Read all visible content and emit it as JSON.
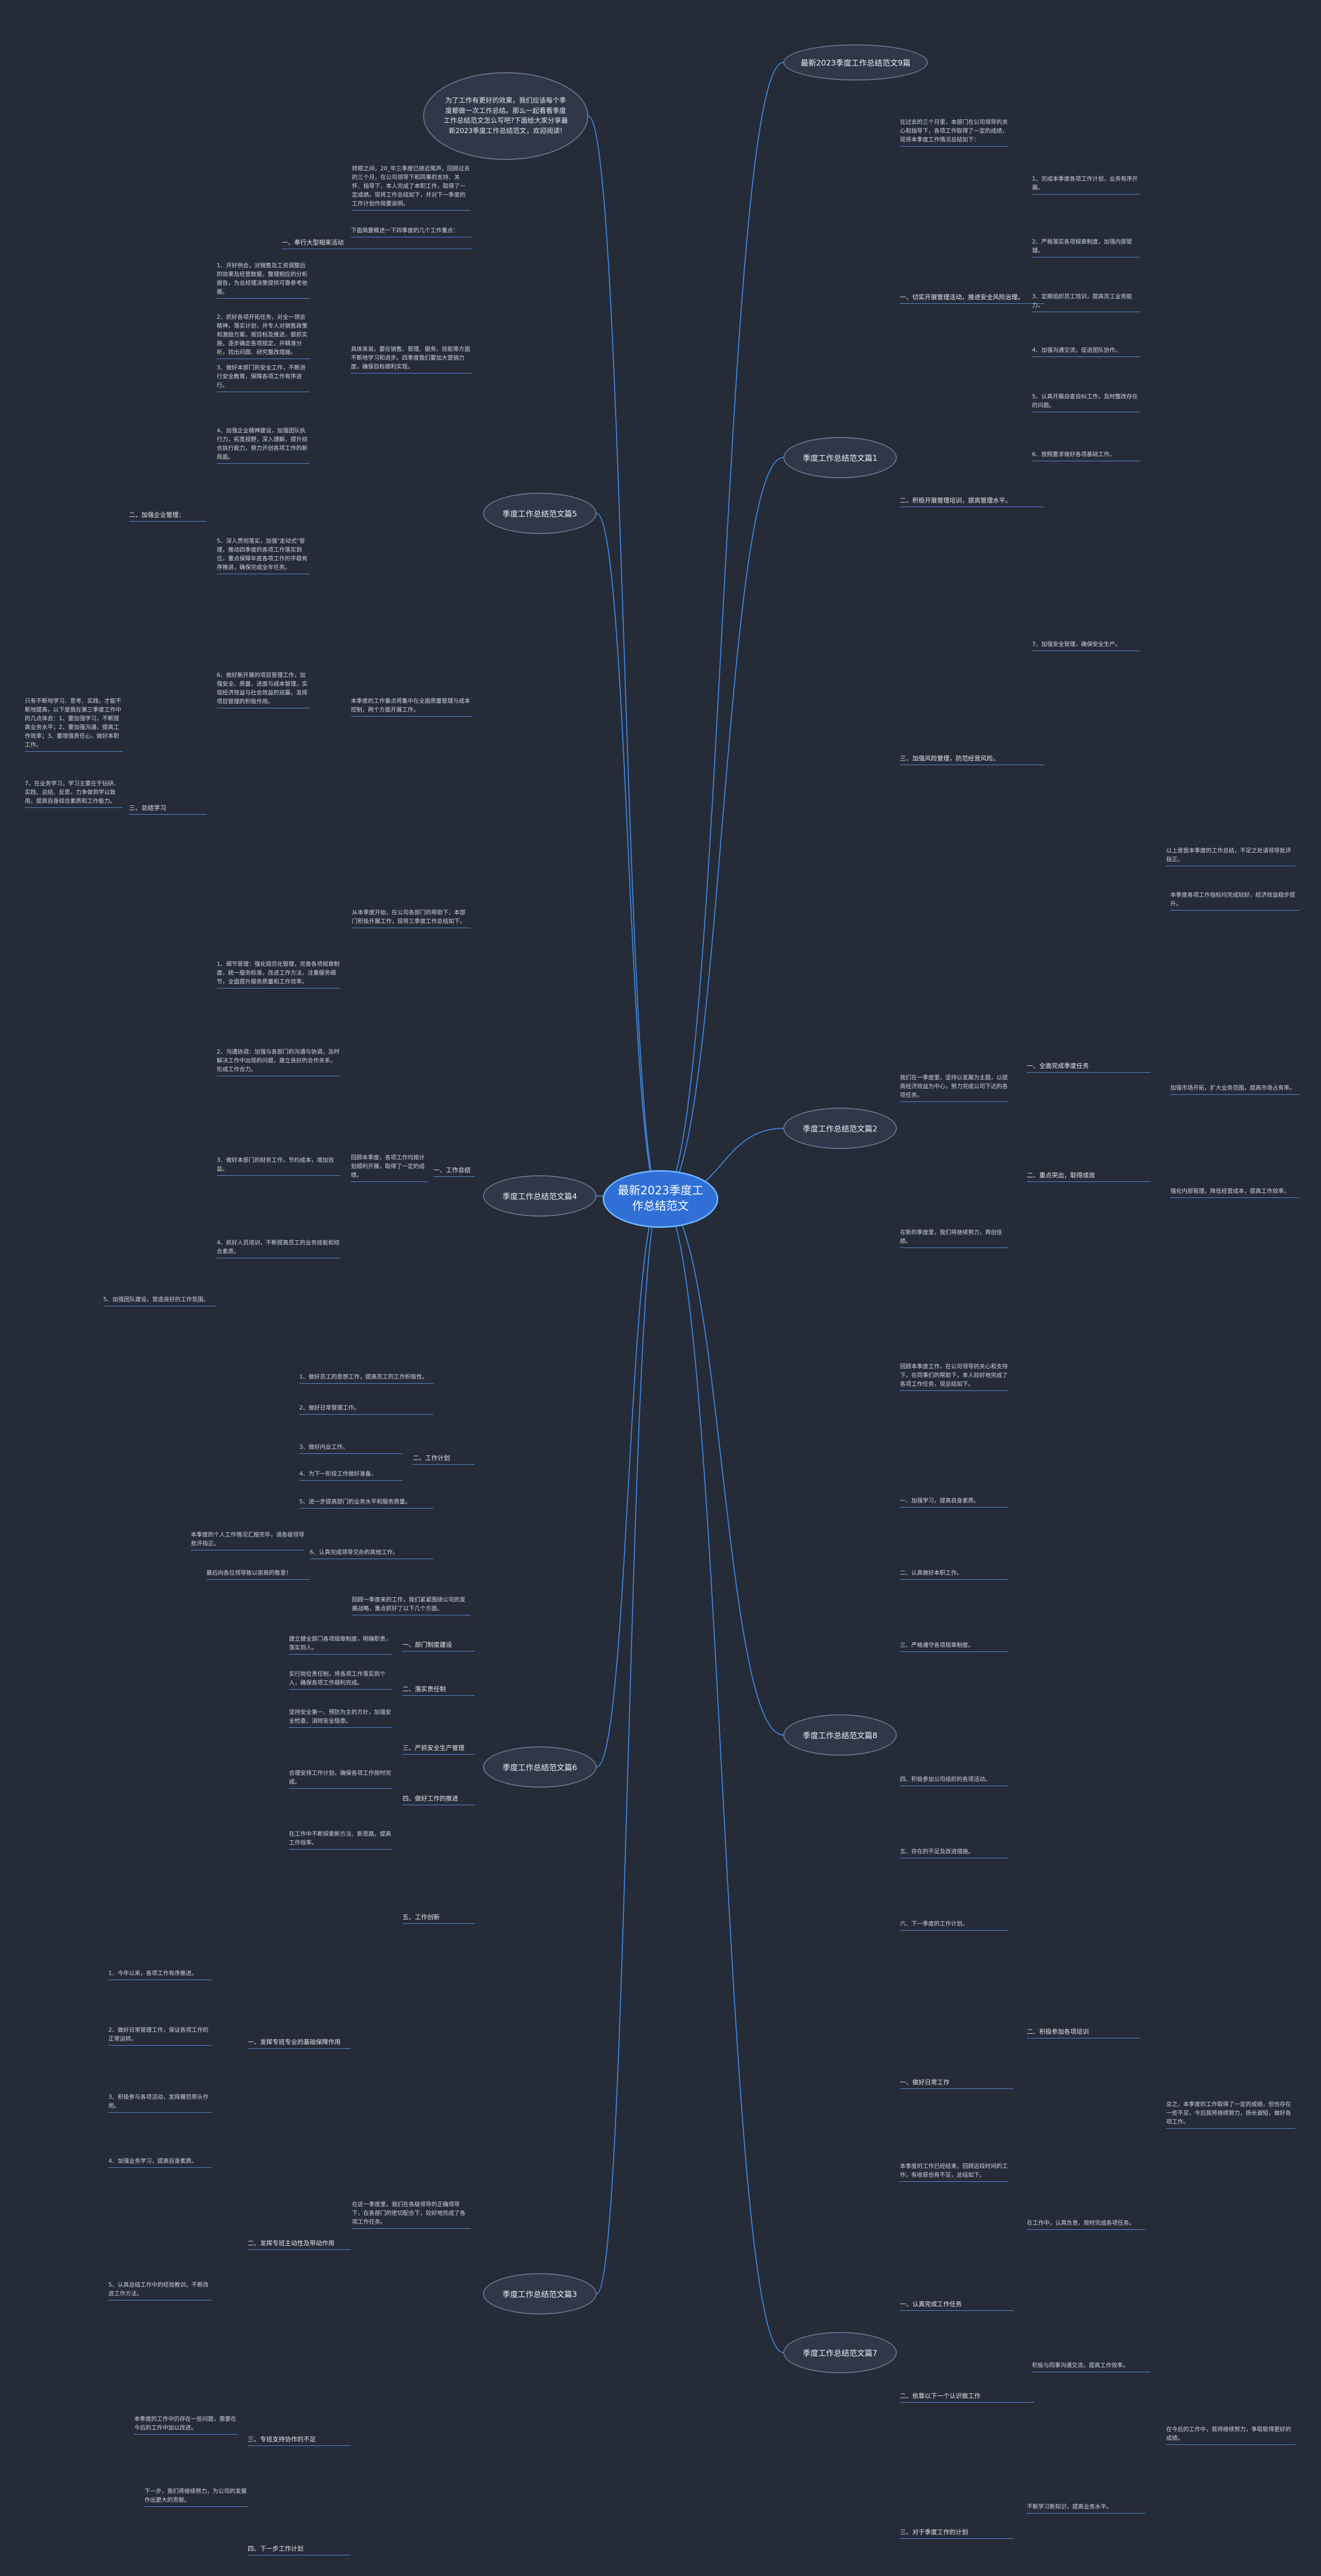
{
  "root": "最新2023季度工作总结范文",
  "intro": "为了工作有更好的效果，我们应该每个季度都做一次工作总结。那么一起看看季度工作总结范文怎么写吧?下面给大家分享最新2023季度工作总结范文，欢迎阅读!",
  "right_top": "最新2023季度工作总结范文9篇",
  "branches": {
    "left1": "季度工作总结范文篇5",
    "left2": "季度工作总结范文篇4",
    "left3": "季度工作总结范文篇6",
    "left4": "季度工作总结范文篇3",
    "right1": "季度工作总结范文篇1",
    "right2": "季度工作总结范文篇2",
    "right3": "季度工作总结范文篇8",
    "right4": "季度工作总结范文篇7"
  },
  "left1": {
    "intro": "转眼之间，20_年三季度已接近尾声，回顾过去的三个月，在公司领导下和同事的支持、关怀、指导下，本人完成了本职工作，取得了一定成绩。现将工作总结如下，并对下一季度的工作计划作简要说明。",
    "sub1": "一、奉行大型相来活动",
    "sub1_text": "下面简要概述一下四季度的几个工作重点：",
    "sub2": "二、加强企业管理：",
    "items": [
      "1、开好例会，对销售及工资调整后的效果及经营数据，整理相应的分析报告，为总经理决策提供可靠参考依据。",
      "2、抓好各项开拓任务，对全一领会精神，落实计划，并专人对销售政策和激励方案，按目标及推进，狠抓实施，逐步确定各项规定，并精准分析，找出问题、研究整改措施。",
      "3、做好本部门的安全工作，不断进行安全教育，保障各项工作有序进行。",
      "4、加强企业精神建设，加强团队执行力，拓宽视野，深入理解，提升综合执行能力，努力开创各项工作的新局面。"
    ],
    "side": "具体来说，要在销售、管理、服务、技能等方面不断地学习和进步。四季度我们要加大营销力度，确保目标顺利实现。",
    "item5": "5、深入贯彻落实，加强\"走动式\"管理，推动四季度的各项工作落实到位，重点保障年底各项工作的平稳有序推进，确保完成全年任务。",
    "item6": "6、做好新开展的项目管理工作，加强安全、质量、进度与成本管理，实现经济效益与社会效益的双赢，发挥项目管理的积极作用。",
    "left_text": "只有不断地学习、思考、实践，才能不断地提高，以下是我在第三季度工作中的几点体会：1、要加强学习，不断提高业务水平；2、要加强沟通，提高工作效率；3、要增强责任心，做好本职工作。",
    "sub3": "三、总结学习",
    "item7": "7、在业务学习，学习主要在于钻研、实践、总结、反思，力争做到学以致用，提高自身综合素质和工作能力。",
    "sub_end": "本季度的工作重点将集中在全面质量管理与成本控制，两个方面开展工作。"
  },
  "left2": {
    "intro": "从本季度开始，在公司各部门的帮助下，本部门积极开展工作，现将三季度工作总结如下。",
    "sub": "一、工作总结",
    "items": [
      "1、细节管理：强化规范化管理，完善各项规章制度，统一服务标准，改进工作方法，注重服务细节，全面提升服务质量和工作效率。",
      "2、沟通协调：加强与各部门的沟通与协调，及时解决工作中出现的问题，建立良好的合作关系，形成工作合力。",
      "3、做好本部门的财务工作，节约成本，增加效益。",
      "4、抓好人员培训，不断提高员工的业务技能和综合素质。"
    ],
    "side": "回顾本季度，各项工作均按计划顺利开展，取得了一定的成绩。",
    "item5": "5、加强团队建设，营造良好的工作氛围。",
    "sub2": "二、工作计划",
    "plan": [
      "1、做好员工的思想工作，提高员工的工作积极性。",
      "2、做好日常管理工作。",
      "3、做好内业工作。",
      "4、为下一阶段工作做好准备。",
      "5、进一步提高部门的业务水平和服务质量。"
    ],
    "note": "本季度的个人工作情况汇报完毕，请各级领导批评指正。",
    "final": "6、认真完成领导交办的其他工作。",
    "final_note": "最后向各位领导致以崇高的敬意！"
  },
  "left3": {
    "intro": "回顾一季度来的工作，我们紧紧围绕公司的发展战略，重点抓好了以下几个方面。",
    "items": [
      "一、部门制度建设",
      "二、落实责任制",
      "三、严抓安全生产管理",
      "四、做好工作的推进",
      "五、工作创新"
    ],
    "texts": [
      "建立健全部门各项规章制度，明确职责，落实到人。",
      "实行岗位责任制，将各项工作落实到个人，确保各项工作顺利完成。",
      "坚持安全第一、预防为主的方针，加强安全检查，消除安全隐患。",
      "合理安排工作计划，确保各项工作按时完成。",
      "在工作中不断探索新方法、新思路，提高工作效率。"
    ]
  },
  "left4": {
    "sub1": "一、发挥专班专业的基础保障作用",
    "sub2": "二、发挥专班主动性及带动作用",
    "sub3": "三、专班支持协作的不足",
    "sub4": "四、下一步工作计划",
    "texts": [
      "1、今年以来，各项工作有序推进。",
      "2、做好日常管理工作，保证各项工作的正常运转。",
      "3、积极参与各项活动，发挥模范带头作用。",
      "4、加强业务学习，提高自身素质。",
      "5、认真总结工作中的经验教训，不断改进工作方法。"
    ],
    "text2": "在这一季度里，我们在各级领导的正确领导下，在各部门的密切配合下，较好地完成了各项工作任务。",
    "text3": "本季度的工作中仍存在一些问题，需要在今后的工作中加以改进。",
    "text4": "下一步，我们将继续努力，为公司的发展作出更大的贡献。"
  },
  "right1": {
    "intro": "在过去的三个月里，本部门在公司领导的关心和指导下，各项工作取得了一定的成绩，现将本季度工作情况总结如下：",
    "sub1": "一、切实开展管理活动，推进安全风险治理。",
    "sub2": "二、积极开展管理培训，提高管理水平。",
    "sub3": "三、加强风险管理，防范经营风险。",
    "texts": [
      "1、完成本季度各项工作计划，业务有序开展。",
      "2、严格落实各项规章制度，加强内部管理。",
      "3、定期组织员工培训，提高员工业务能力。",
      "4、加强沟通交流，促进团队协作。",
      "5、认真开展自查自纠工作，及时整改存在的问题。",
      "6、按照要求做好各项基础工作。",
      "7、加强安全管理，确保安全生产。"
    ],
    "end_text": "以上是我本季度的工作总结，不足之处请领导批评指正。"
  },
  "right2": {
    "intro": "我们在一季度里，坚持以发展为主题，以提高经济效益为中心，努力完成公司下达的各项任务。",
    "sub1": "一、全面完成季度任务",
    "sub2": "二、重点突出，取得成效",
    "texts": [
      "本季度各项工作指标均完成较好，经济效益稳步提升。",
      "加强市场开拓，扩大业务范围，提高市场占有率。",
      "强化内部管理，降低经营成本，提高工作效率。"
    ],
    "end_text": "在新的季度里，我们将继续努力，再创佳绩。"
  },
  "right3": {
    "intro": "回顾本季度工作，在公司领导的关心和支持下，在同事们的帮助下，本人较好地完成了各项工作任务，现总结如下。",
    "texts": [
      "一、加强学习，提高自身素质。",
      "二、认真做好本职工作。",
      "三、严格遵守各项规章制度。",
      "四、积极参加公司组织的各项活动。",
      "五、存在的不足及改进措施。",
      "六、下一季度的工作计划。"
    ],
    "sub1": "一、做好日常工作",
    "sub2": "二、积极参加各项培训",
    "end_text": "总之，本季度的工作取得了一定的成绩，但也存在一些不足，今后我将继续努力，扬长避短，做好各项工作。"
  },
  "right4": {
    "intro": "本季度的工作已经结束，回顾这段时间的工作，有收获也有不足，总结如下。",
    "sub1": "一、认真完成工作任务",
    "sub2": "二、依靠以下一个认识做工作",
    "sub3": "三、对于季度工作的计划",
    "texts": [
      "在工作中，认真负责，按时完成各项任务。",
      "积极与同事沟通交流，提高工作效率。",
      "不断学习新知识，提高业务水平。"
    ],
    "end_text": "在今后的工作中，我将继续努力，争取取得更好的成绩。"
  }
}
